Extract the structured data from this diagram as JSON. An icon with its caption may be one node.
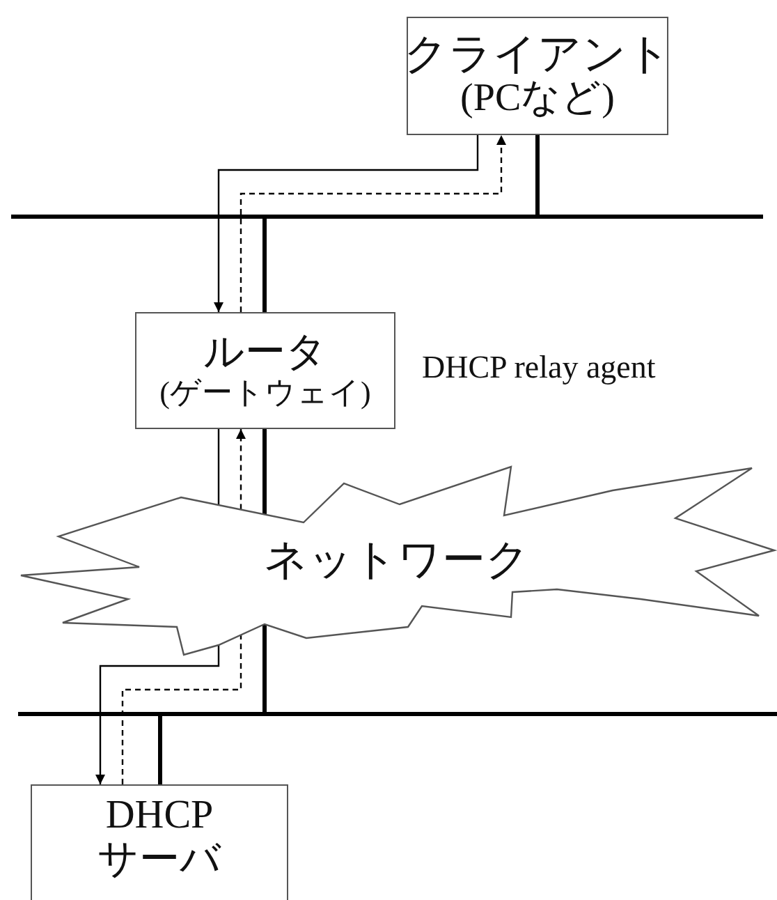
{
  "diagram": {
    "nodes": [
      {
        "text": [
          "クライアント",
          "(PCなど)"
        ]
      },
      {
        "text": [
          "ルータ",
          "(ゲートウェイ)"
        ],
        "beside": [
          "DHCP relay agent"
        ]
      },
      {
        "text": [
          "ネットワーク"
        ]
      },
      {
        "text": [
          "DHCP サーバ"
        ]
      },
      {
        "text": [],
        "shape": "bar"
      },
      {
        "text": [],
        "shape": "bar"
      }
    ],
    "edges": [
      {
        "from": 0,
        "to": 4,
        "arrow": "none",
        "style": "thick"
      },
      {
        "from": 4,
        "to": 1,
        "arrow": "none",
        "style": "thick"
      },
      {
        "from": 1,
        "to": 2,
        "arrow": "none",
        "style": "thick"
      },
      {
        "from": 2,
        "to": 5,
        "arrow": "none",
        "style": "thick"
      },
      {
        "from": 5,
        "to": 3,
        "arrow": "none",
        "style": "thick"
      },
      {
        "from": 0,
        "to": 1,
        "arrow": "to"
      },
      {
        "from": 1,
        "to": 0,
        "arrow": "to",
        "style": "dashed"
      },
      {
        "from": 1,
        "to": 2,
        "arrow": "none"
      },
      {
        "from": 2,
        "to": 3,
        "arrow": "to"
      },
      {
        "from": 3,
        "to": 2,
        "arrow": "none",
        "style": "dashed"
      },
      {
        "from": 2,
        "to": 1,
        "arrow": "to",
        "style": "dashed"
      }
    ]
  }
}
